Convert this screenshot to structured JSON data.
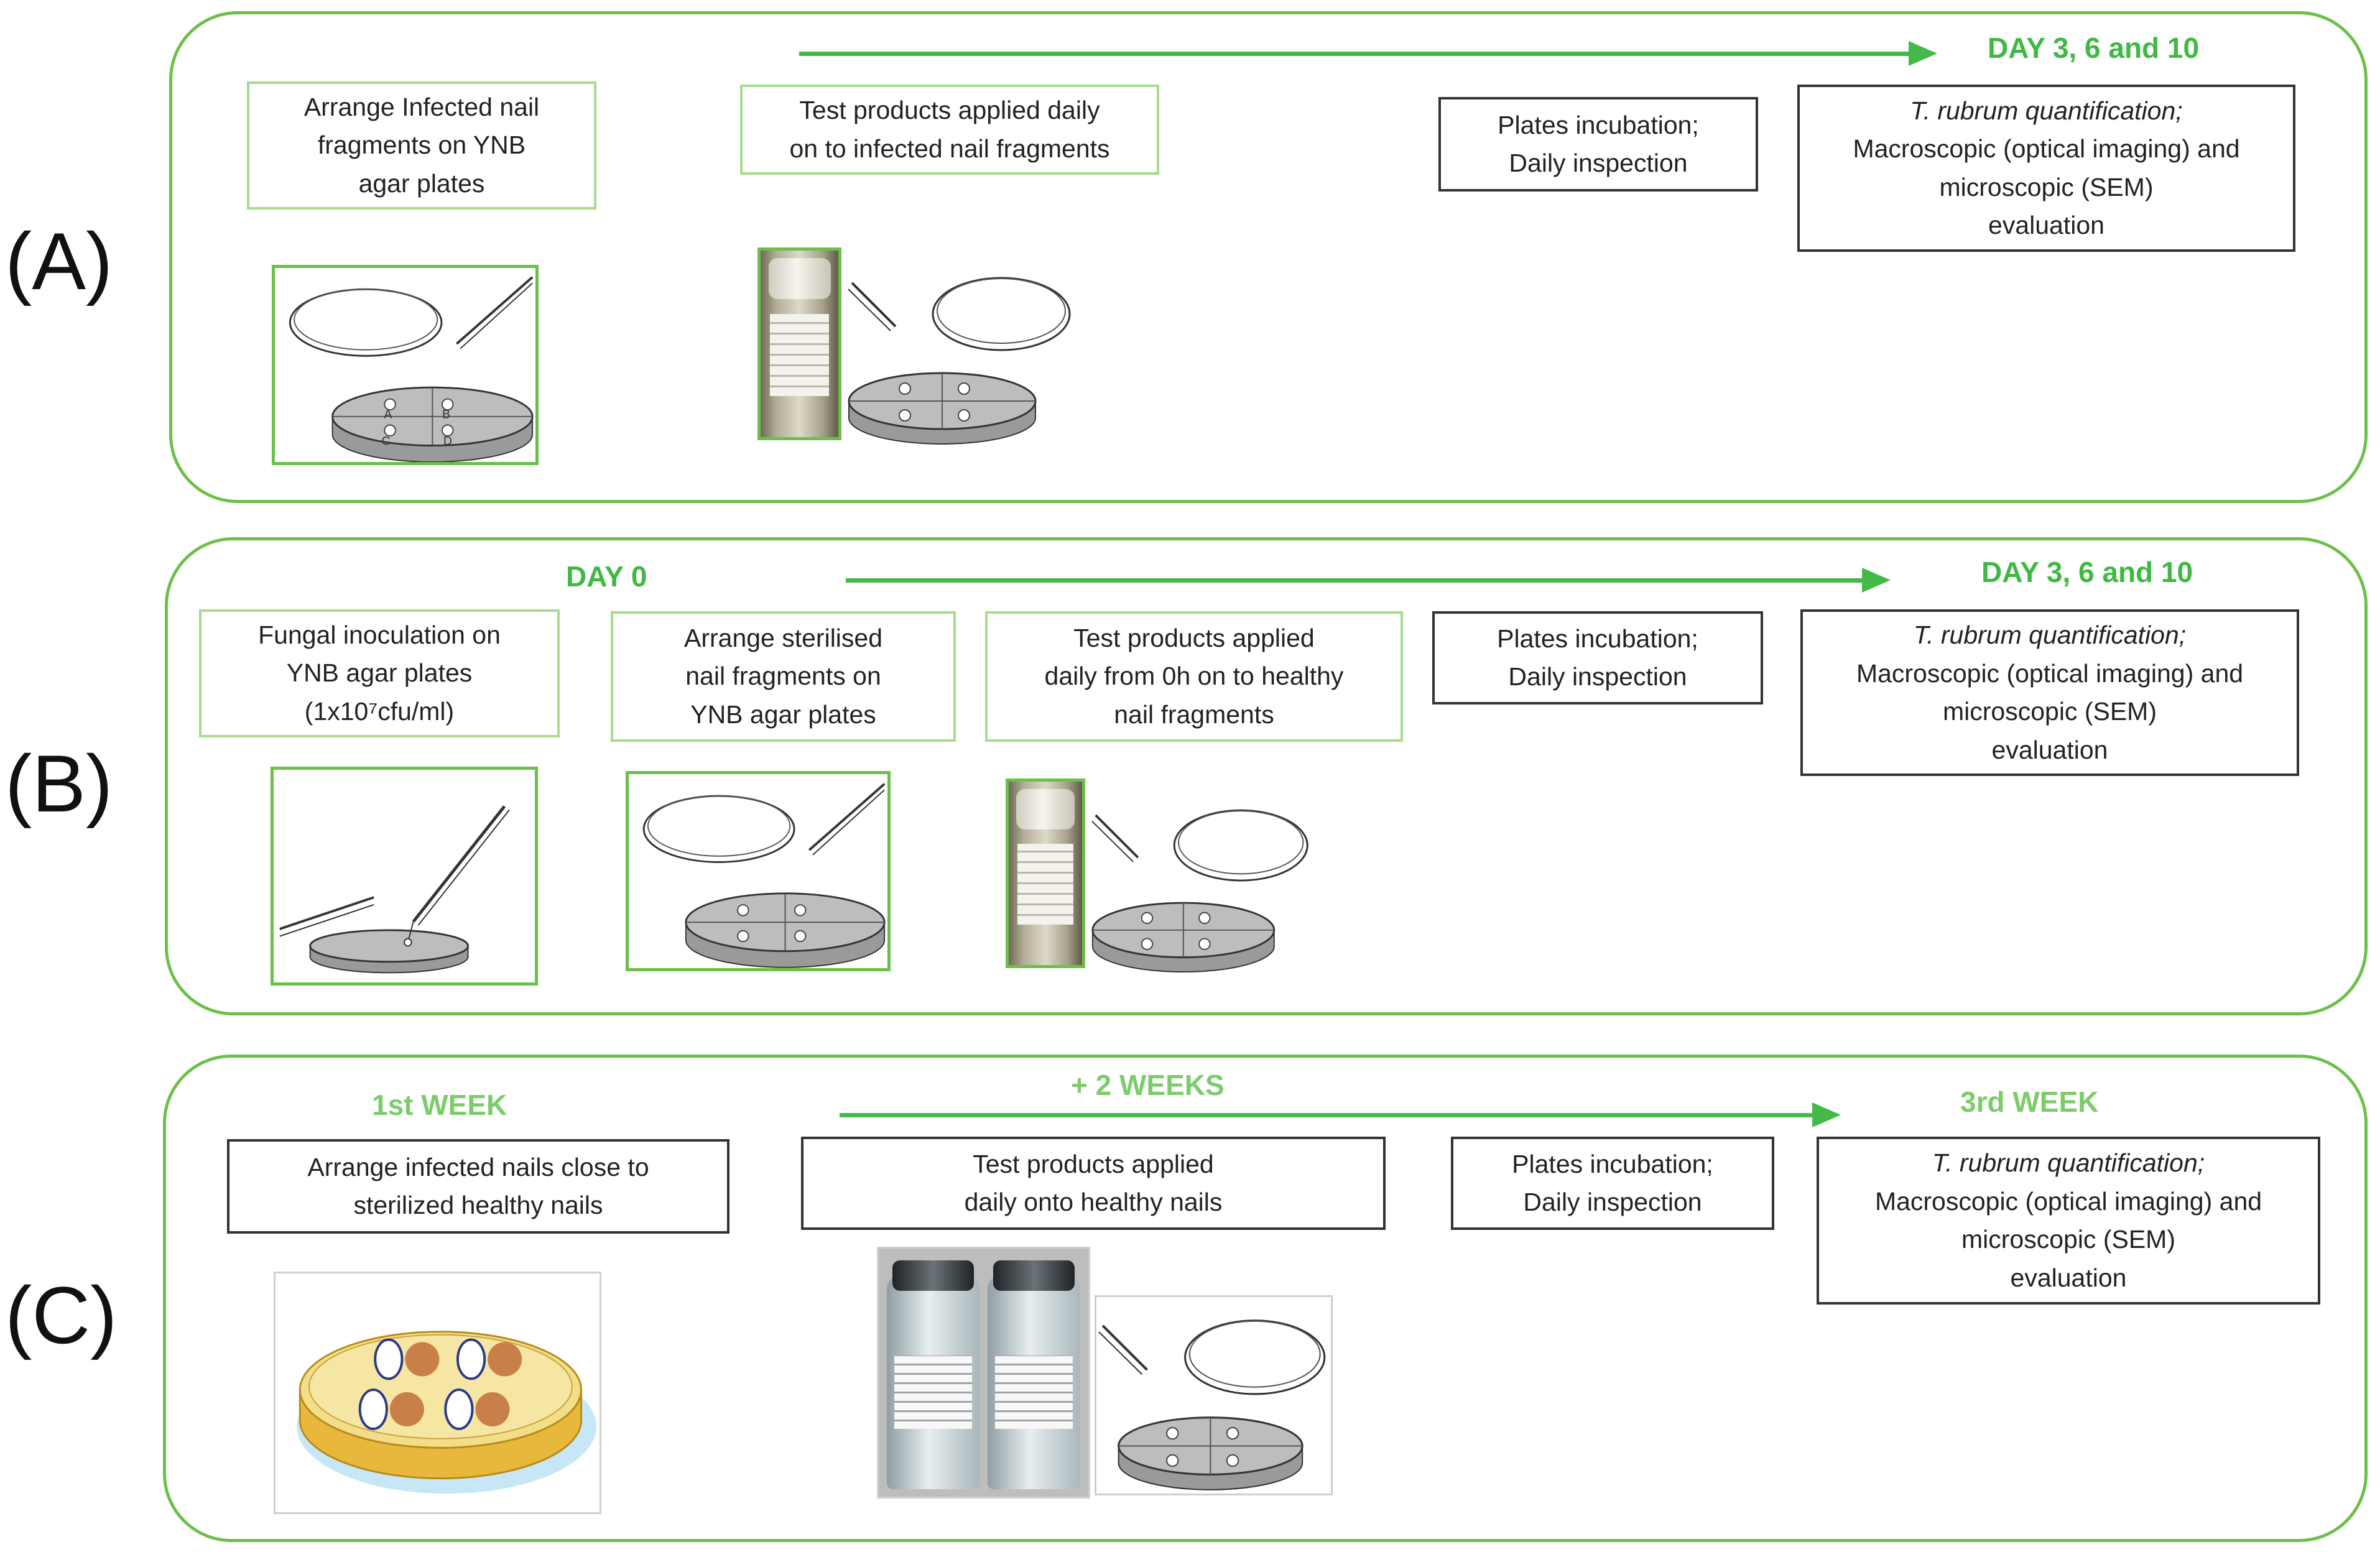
{
  "panels": [
    {
      "id": "A",
      "label": "(A)",
      "timeline": {
        "start": "",
        "middle": "",
        "end": "DAY 3, 6 and 10"
      },
      "steps": [
        {
          "lines": [
            "Arrange Infected nail",
            "fragments on YNB",
            "agar plates"
          ]
        },
        {
          "lines": [
            "Test products applied daily",
            "on to infected nail fragments"
          ]
        },
        {
          "lines": [
            "Plates incubation;",
            "Daily inspection"
          ]
        },
        {
          "lines": [
            "T. rubrum quantification;",
            "Macroscopic (optical imaging) and",
            "microscopic (SEM)",
            "evaluation"
          ]
        }
      ],
      "plate_letters": [
        "A",
        "B",
        "C",
        "D"
      ]
    },
    {
      "id": "B",
      "label": "(B)",
      "timeline": {
        "start": "DAY 0",
        "middle": "",
        "end": "DAY 3, 6 and 10"
      },
      "steps": [
        {
          "lines": [
            "Fungal inoculation on",
            "YNB agar plates",
            "(1x10⁷cfu/ml)"
          ]
        },
        {
          "lines": [
            "Arrange sterilised",
            "nail fragments on",
            "YNB agar plates"
          ]
        },
        {
          "lines": [
            "Test products applied",
            "daily from 0h on to healthy",
            "nail fragments"
          ]
        },
        {
          "lines": [
            "Plates incubation;",
            "Daily inspection"
          ]
        },
        {
          "lines": [
            "T. rubrum quantification;",
            "Macroscopic (optical imaging) and",
            "microscopic (SEM)",
            "evaluation"
          ]
        }
      ]
    },
    {
      "id": "C",
      "label": "(C)",
      "timeline": {
        "start": "1st WEEK",
        "middle": "+ 2 WEEKS",
        "end": "3rd WEEK"
      },
      "steps": [
        {
          "lines": [
            "Arrange infected nails close to",
            "sterilized healthy nails"
          ]
        },
        {
          "lines": [
            "Test products applied",
            "daily onto healthy nails"
          ]
        },
        {
          "lines": [
            "Plates incubation;",
            "Daily inspection"
          ]
        },
        {
          "lines": [
            "T. rubrum quantification;",
            "Macroscopic (optical imaging) and",
            "microscopic (SEM)",
            "evaluation"
          ]
        }
      ]
    }
  ],
  "colors": {
    "panel_border": "#6cc04a",
    "timeline_text": "#3fb943",
    "arrow": "#45b84a"
  }
}
